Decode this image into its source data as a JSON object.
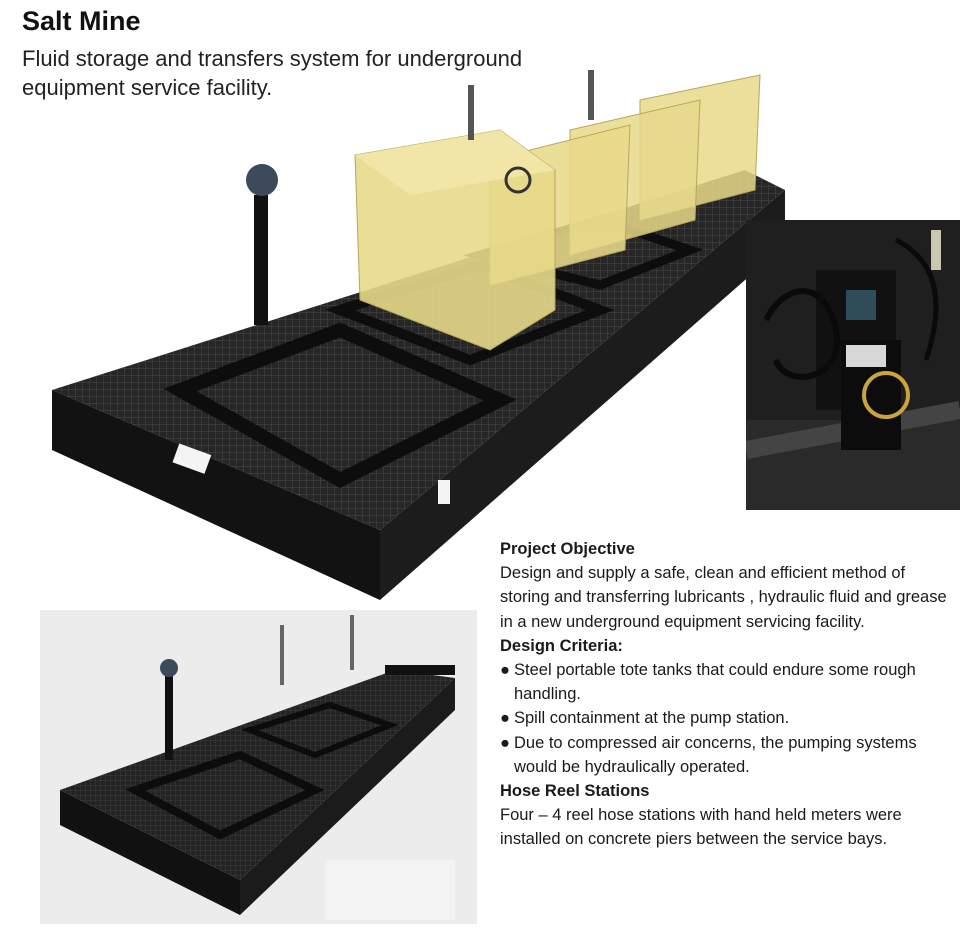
{
  "page": {
    "title": "Salt Mine",
    "subtitle": "Fluid storage and transfers system for underground equipment service facility."
  },
  "photos": {
    "main": {
      "icon": "containment-platform-photo"
    },
    "inset": {
      "icon": "hydraulic-pump-closeup-photo"
    },
    "bottom": {
      "icon": "platform-overview-photo"
    }
  },
  "sections": {
    "objective": {
      "heading": "Project Objective",
      "body": "Design and supply a safe, clean and efficient method of storing and transferring lubricants , hydraulic fluid and grease in a new underground equipment servicing facility."
    },
    "criteria": {
      "heading": "Design Criteria:",
      "bullet_glyph": "●",
      "items": [
        "Steel portable tote tanks that could endure some rough handling.",
        "Spill containment at the pump station.",
        "Due to compressed air concerns, the pumping systems would be hydraulically operated."
      ]
    },
    "hose": {
      "heading": "Hose Reel Stations",
      "body": "Four – 4 reel hose stations with hand held meters were installed on concrete piers  between the service bays."
    }
  },
  "colors": {
    "tank_yellow": "#e8d98a",
    "steel_black": "#151515",
    "grate": "#2b2b2b"
  }
}
